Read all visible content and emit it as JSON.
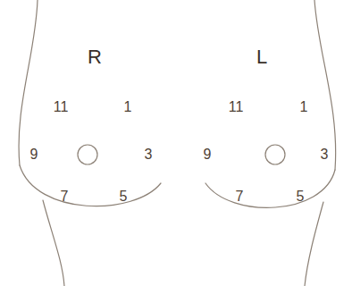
{
  "diagram": {
    "labels": [
      "R",
      "11",
      "1",
      "9",
      "3",
      "7",
      "5",
      "L",
      "11",
      "1",
      "9",
      "3",
      "7",
      "5"
    ]
  }
}
